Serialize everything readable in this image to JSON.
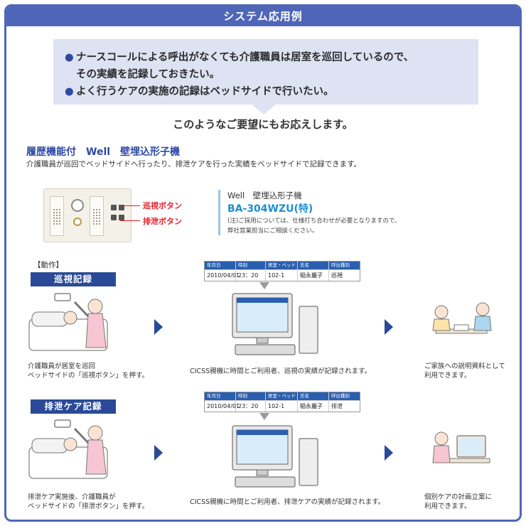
{
  "header": {
    "title": "システム応用例"
  },
  "requests": [
    {
      "bullet": "●",
      "lines": [
        "ナースコールによる呼出がなくても介護職員は居室を巡回しているので、",
        "その実績を記録しておきたい。"
      ]
    },
    {
      "bullet": "●",
      "lines": [
        "よく行うケアの実施の記録はベッドサイドで行いたい。"
      ]
    }
  ],
  "response": "このようなご要望にもお応えします。",
  "section": {
    "heading": "履歴機能付　Well　壁埋込形子機",
    "description": "介護職員が巡回でベッドサイドへ行ったり、排泄ケアを行った実績をベッドサイドで記録できます。"
  },
  "device": {
    "button_labels": [
      "巡視ボタン",
      "排泄ボタン"
    ],
    "accent_color": "#e41e2a"
  },
  "product": {
    "name": "Well　壁埋込形子機",
    "model": "BA-304WZU(特)",
    "note_lines": [
      "(注)ご採用については、仕様打ち合わせが必要となりますので、",
      "弊社営業担当にご相談ください。"
    ]
  },
  "operations": {
    "label": "【動作】",
    "table_headers": [
      "年月日",
      "時刻",
      "居室・ベッド名",
      "氏名",
      "呼出種別"
    ],
    "rows": [
      {
        "badge": "巡視記録",
        "table_row": [
          "2010/04/01",
          "23：20",
          "102-1",
          "稲永麗子",
          "巡視"
        ],
        "left_caption": [
          "介護職員が居室を巡回",
          "ベッドサイドの「巡視ボタン」を押す。"
        ],
        "center_caption": "CICSS親機に時間とご利用者、巡視の実績が記録されます。",
        "right_caption": [
          "ご家族への説明資料として",
          "利用できます。"
        ]
      },
      {
        "badge": "排泄ケア記録",
        "table_row": [
          "2010/04/01",
          "23：20",
          "102-1",
          "稲永麗子",
          "排泄"
        ],
        "left_caption": [
          "排泄ケア実施後、介護職員が",
          "ベッドサイドの「排泄ボタン」を押す。"
        ],
        "center_caption": "CICSS親機に時間とご利用者、排泄ケアの実績が記録されます。",
        "right_caption": [
          "個別ケアの計画立案に",
          "利用できます。"
        ]
      }
    ]
  },
  "colors": {
    "frame": "#4f66b8",
    "badge": "#2a4a97",
    "request_bg": "#dde3f2",
    "model": "#1d8fd2"
  }
}
